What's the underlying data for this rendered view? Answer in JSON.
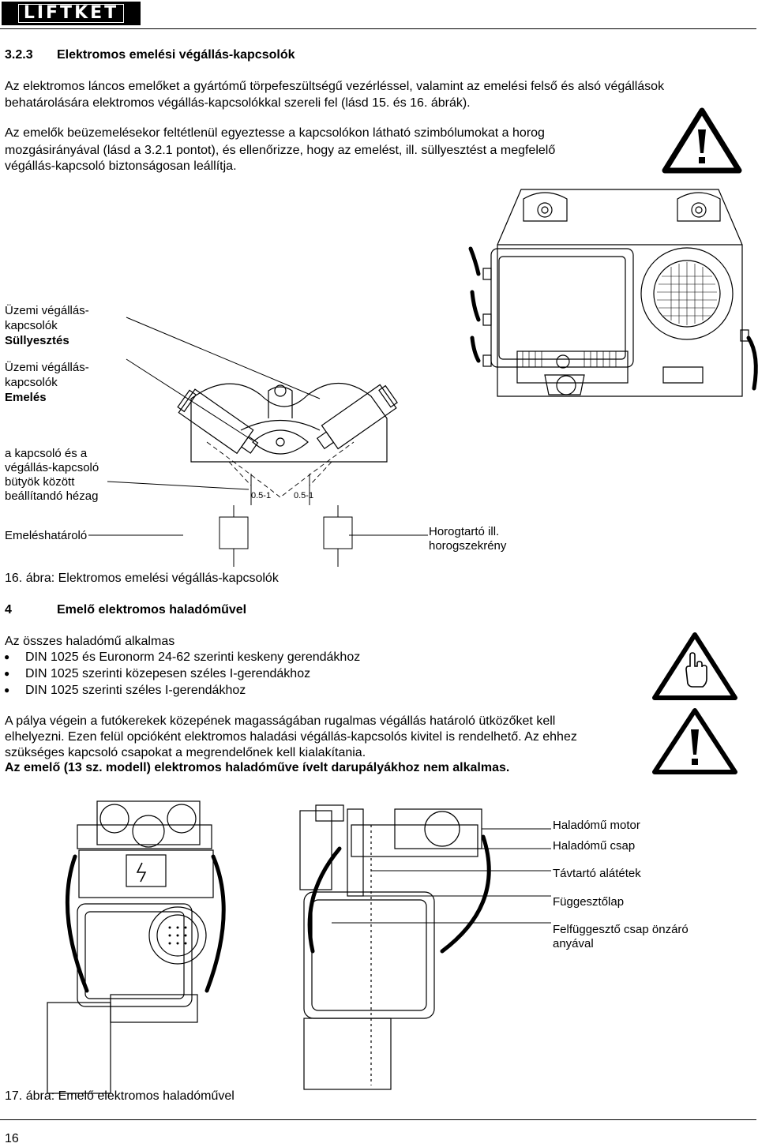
{
  "header": {
    "logo": "LIFTKET"
  },
  "section_3_2_3": {
    "number": "3.2.3",
    "title": "Elektromos emelési végállás-kapcsolók",
    "para1_line1": "Az elektromos láncos emelőket a gyártómű törpefeszültségű vezérléssel, valamint az emelési felső és alsó végállások",
    "para1_line2": "behatárolására elektromos végállás-kapcsolókkal szereli fel (lásd 15. és 16. ábrák).",
    "para2_line1": "Az emelők beüzemelésekor feltétlenül egyeztesse a kapcsolókon látható szimbólumokat a horog",
    "para2_line2": "mozgásirányával (lásd a 3.2.1 pontot), és ellenőrizze, hogy az emelést, ill. süllyesztést a megfelelő",
    "para2_line3": "végállás-kapcsoló biztonságosan leállítja."
  },
  "figure16": {
    "label_sully_1": "Üzemi végállás-",
    "label_sully_2": "kapcsolók",
    "label_sully_3": "Süllyesztés",
    "label_emel_1": "Üzemi végállás-",
    "label_emel_2": "kapcsolók",
    "label_emel_3": "Emelés",
    "label_gap_1": "a kapcsoló és a",
    "label_gap_2": "végállás-kapcsoló",
    "label_gap_3": "bütyök között",
    "label_gap_4": "beállítandó hézag",
    "dim_left": "0.5-1",
    "dim_right": "0.5-1",
    "label_limiter": "Emeléshatároló",
    "label_hook_1": "Horogtartó ill.",
    "label_hook_2": "horogszekrény",
    "caption": "16. ábra: Elektromos emelési végállás-kapcsolók"
  },
  "section_4": {
    "number": "4",
    "title": "Emelő elektromos haladóművel",
    "intro": "Az összes haladómű alkalmas",
    "bullets": [
      "DIN 1025 és Euronorm 24-62 szerinti keskeny gerendákhoz",
      "DIN 1025 szerinti közepesen széles I-gerendákhoz",
      "DIN 1025 szerinti széles I-gerendákhoz"
    ],
    "para_line1": "A pálya végein a futókerekek közepének magasságában rugalmas végállás határoló ütközőket kell",
    "para_line2": "elhelyezni. Ezen felül opcióként elektromos haladási végállás-kapcsolós kivitel is rendelhető. Az ehhez",
    "para_line3": "szükséges kapcsoló csapokat a megrendelőnek kell kialakítania.",
    "bold_line": "Az emelő (13 sz. modell) elektromos haladóműve ívelt darupályákhoz nem alkalmas."
  },
  "figure17": {
    "label_motor": "Haladómű motor",
    "label_pin": "Haladómű csap",
    "label_spacer": "Távtartó alátétek",
    "label_plate": "Függesztőlap",
    "label_bolt_1": "Felfüggesztő csap önzáró",
    "label_bolt_2": "anyával",
    "caption": "17. ábra: Emelő elektromos haladóművel"
  },
  "footer": {
    "page_number": "16"
  }
}
